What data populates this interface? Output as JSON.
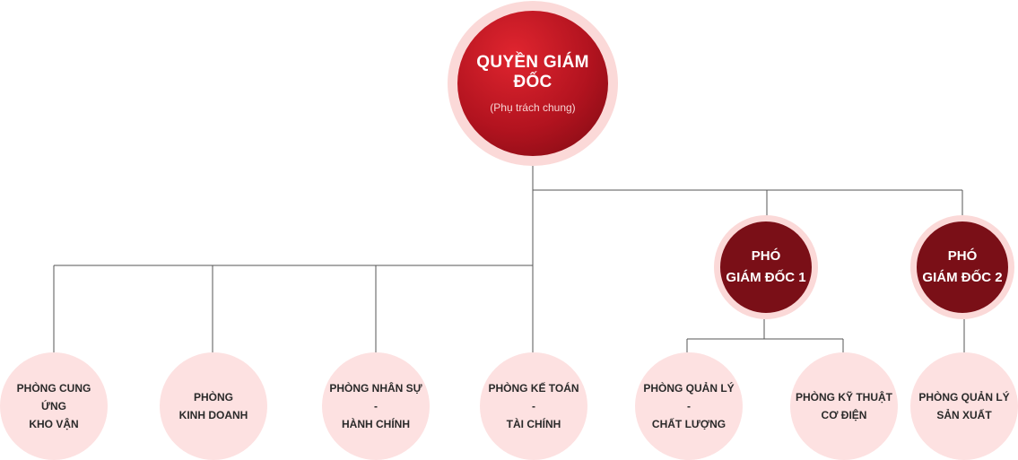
{
  "org_chart": {
    "director": {
      "title": "QUYỀN GIÁM ĐỐC",
      "subtitle": "(Phụ trách chung)"
    },
    "vice_directors": [
      {
        "line1": "PHÓ",
        "line2": "GIÁM ĐỐC 1"
      },
      {
        "line1": "PHÓ",
        "line2": "GIÁM ĐỐC 2"
      }
    ],
    "departments": [
      {
        "line1": "PHÒNG CUNG ỨNG",
        "line2": "KHO VẬN"
      },
      {
        "line1": "PHÒNG",
        "line2": "KINH DOANH"
      },
      {
        "line1": "PHÒNG NHÂN SỰ -",
        "line2": "HÀNH CHÍNH"
      },
      {
        "line1": "PHÒNG KẾ TOÁN -",
        "line2": "TÀI CHÍNH"
      },
      {
        "line1": "PHÒNG QUẢN LÝ -",
        "line2": "CHẤT LƯỢNG"
      },
      {
        "line1": "PHÒNG KỸ THUẬT",
        "line2": "CƠ ĐIỆN"
      },
      {
        "line1": "PHÒNG QUẢN LÝ",
        "line2": "SẢN XUẤT"
      }
    ],
    "colors": {
      "director_fill": "#b2131f",
      "vice_fill": "#7a0f17",
      "ring": "#fbd9d8",
      "department_fill": "#fde1e1",
      "connector": "#555555"
    }
  }
}
